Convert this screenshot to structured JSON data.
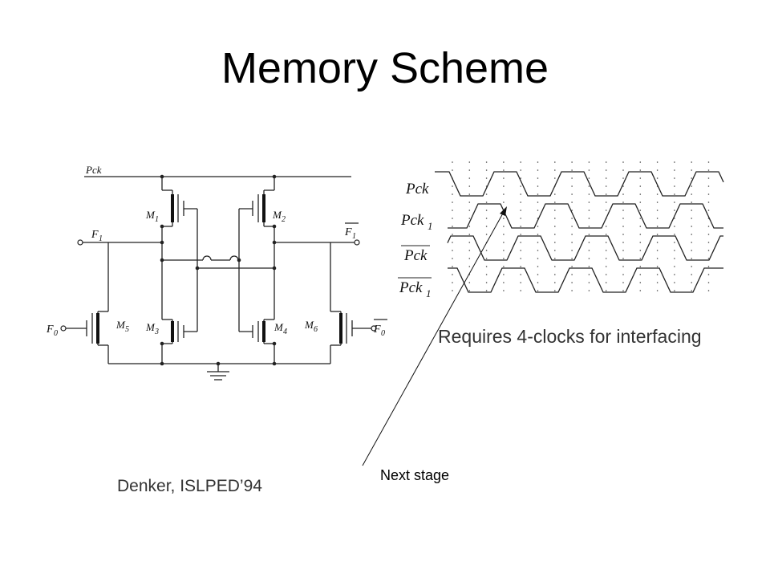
{
  "slide": {
    "title": "Memory Scheme",
    "note": "Requires 4-clocks for interfacing",
    "citation": "Denker, ISLPED’94",
    "annotation": "Next stage"
  },
  "circuit": {
    "nodes": {
      "pck": "Pck",
      "f1": "F",
      "f1_bar": "F",
      "f0_left": "F",
      "f0_right": "F",
      "f1_sub": "1",
      "f0_sub": "0"
    },
    "transistors": [
      {
        "name": "M",
        "sub": "1"
      },
      {
        "name": "M",
        "sub": "2"
      },
      {
        "name": "M",
        "sub": "3"
      },
      {
        "name": "M",
        "sub": "4"
      },
      {
        "name": "M",
        "sub": "5"
      },
      {
        "name": "M",
        "sub": "6"
      }
    ]
  },
  "timing": {
    "signals": [
      {
        "label": "Pck",
        "sub": "",
        "overbar": false
      },
      {
        "label": "Pck",
        "sub": "1",
        "overbar": false
      },
      {
        "label": "Pck",
        "sub": "",
        "overbar": true
      },
      {
        "label": "Pck",
        "sub": "1",
        "overbar": true
      }
    ]
  }
}
